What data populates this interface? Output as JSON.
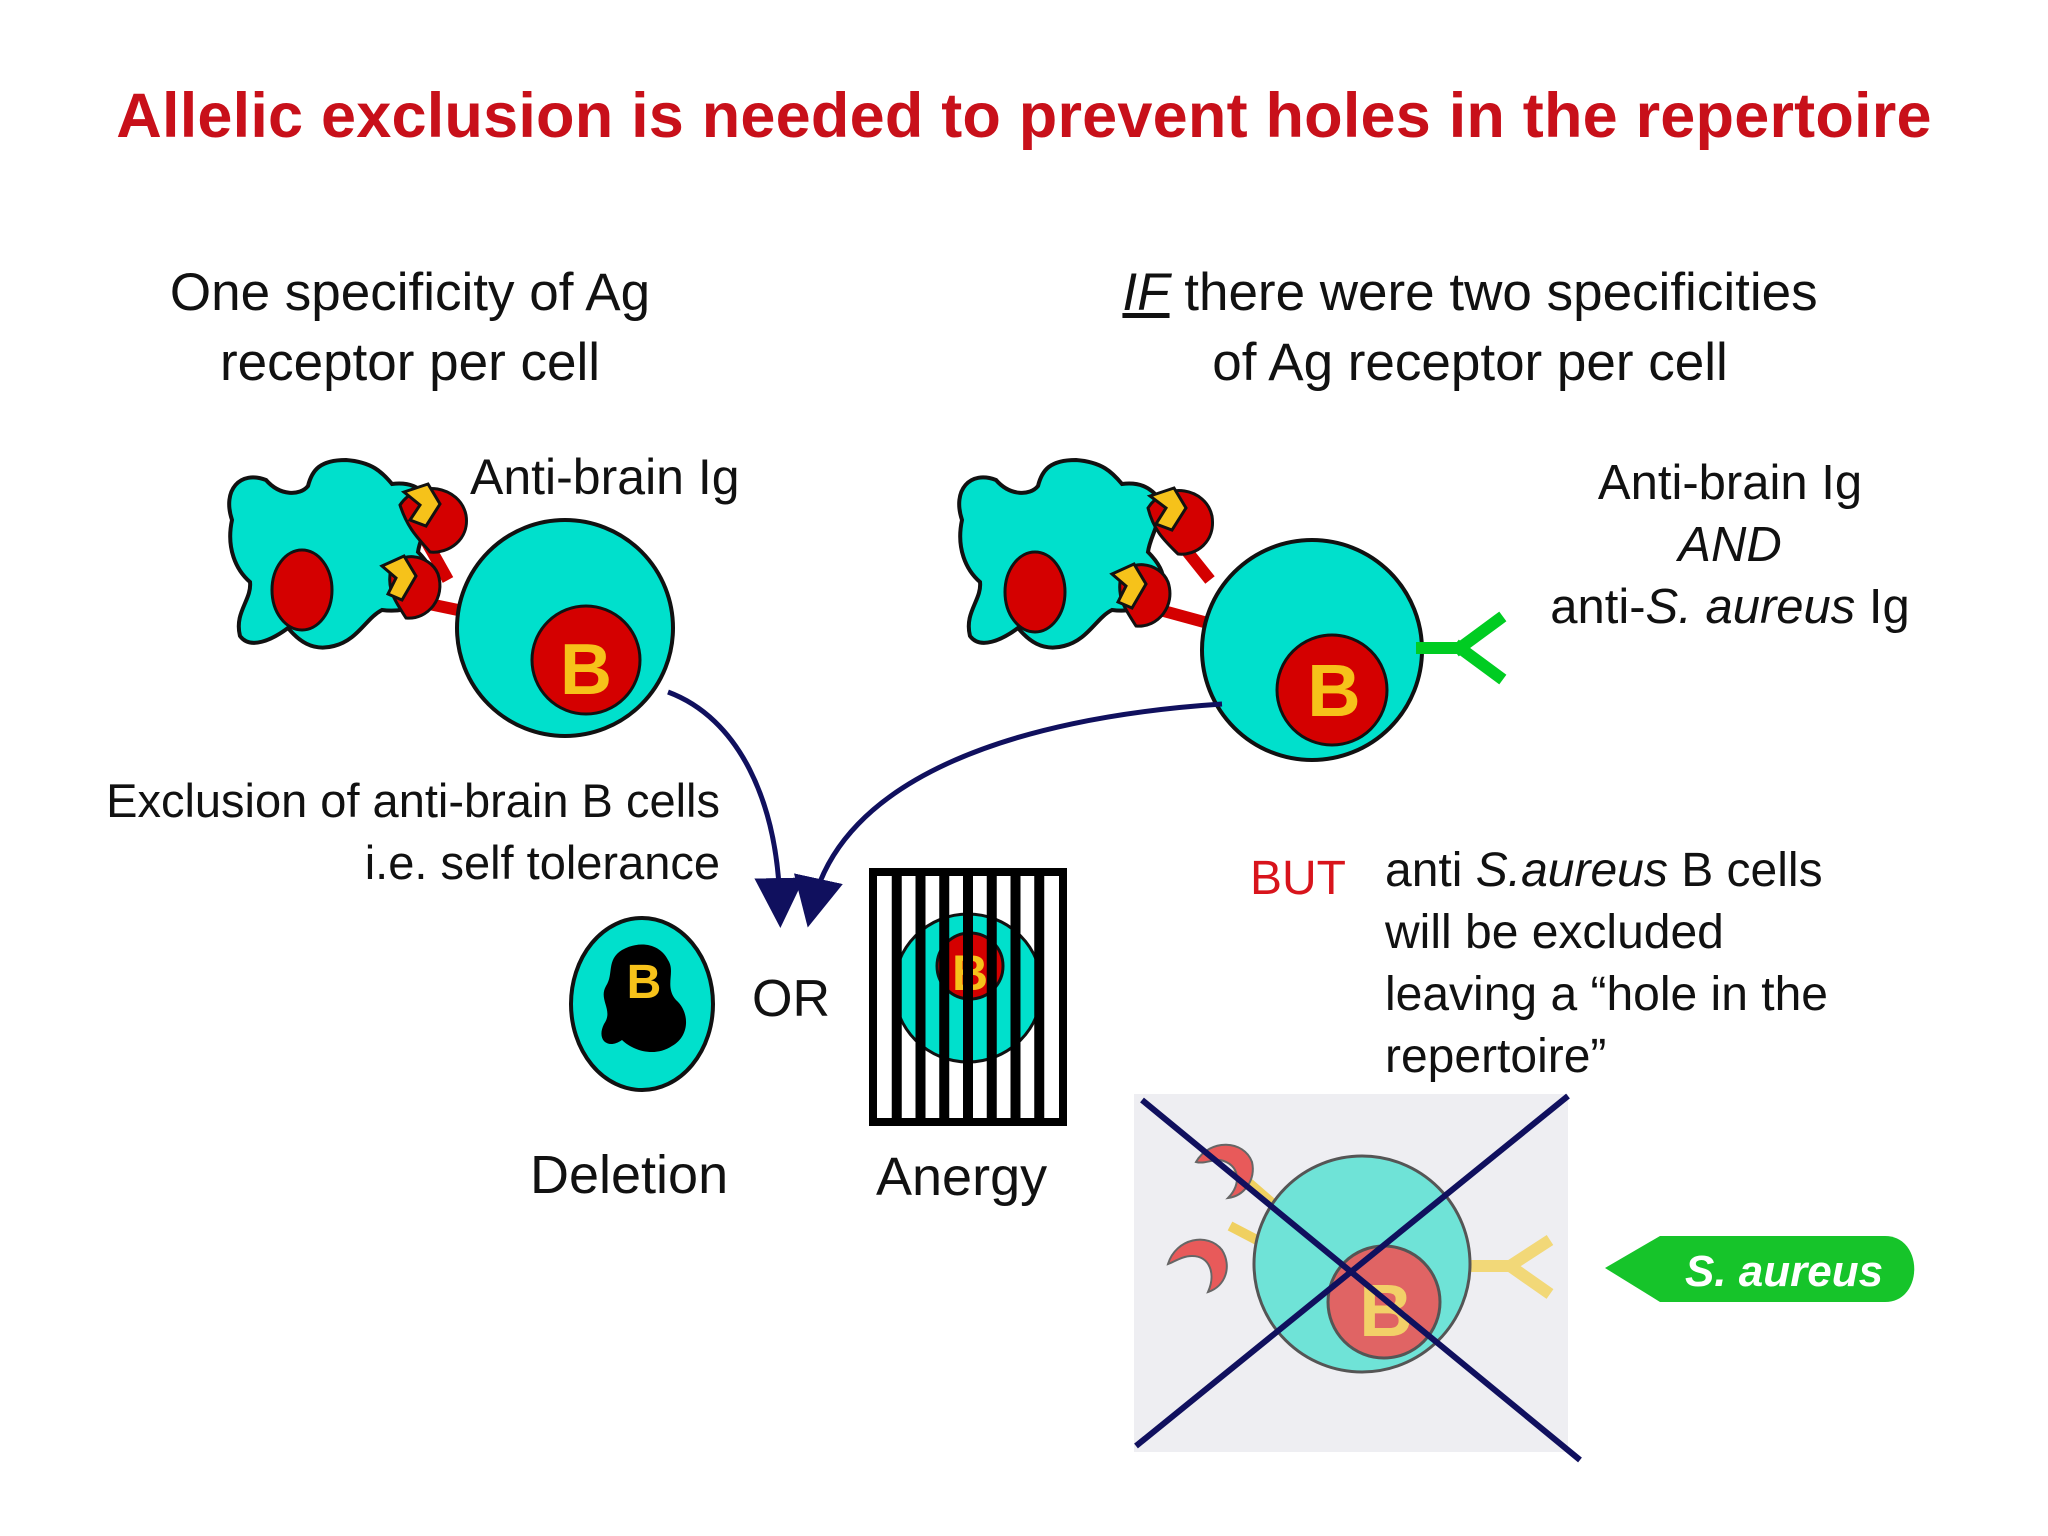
{
  "title": "Allelic exclusion is needed to prevent holes in the repertoire",
  "left_heading": {
    "line1": "One specificity of Ag",
    "line2": "receptor per cell"
  },
  "right_heading": {
    "emph": "IF",
    "line1_rest": " there were two specificities",
    "line2": "of Ag receptor per cell"
  },
  "left_receptor_label": "Anti-brain Ig",
  "right_receptor_label": {
    "line1": "Anti-brain Ig",
    "line2": "AND",
    "line3_pre": "anti-",
    "line3_species": "S. aureus",
    "line3_post": " Ig"
  },
  "cell_letter": "B",
  "exclusion_text": {
    "line1": "Exclusion of anti-brain B cells",
    "line2": "i.e. self tolerance"
  },
  "or_label": "OR",
  "deletion_label": "Deletion",
  "anergy_label": "Anergy",
  "but_label": "BUT",
  "consequence": {
    "line1_pre": "anti ",
    "line1_species": "S.aureus",
    "line1_post": " B cells",
    "line2": "will be excluded",
    "line3": "leaving a “hole in the",
    "line4": "repertoire”"
  },
  "pathogen_label": "S. aureus",
  "colors": {
    "title_red": "#c8101a",
    "cell_cyan": "#00e0cc",
    "nucleus_red": "#d40000",
    "receptor_yellow": "#f6c21a",
    "receptor_green": "#00cc22",
    "arrow_navy": "#10105e",
    "pathogen_green": "#16c42a",
    "faded_panel": "#eeeef2"
  }
}
